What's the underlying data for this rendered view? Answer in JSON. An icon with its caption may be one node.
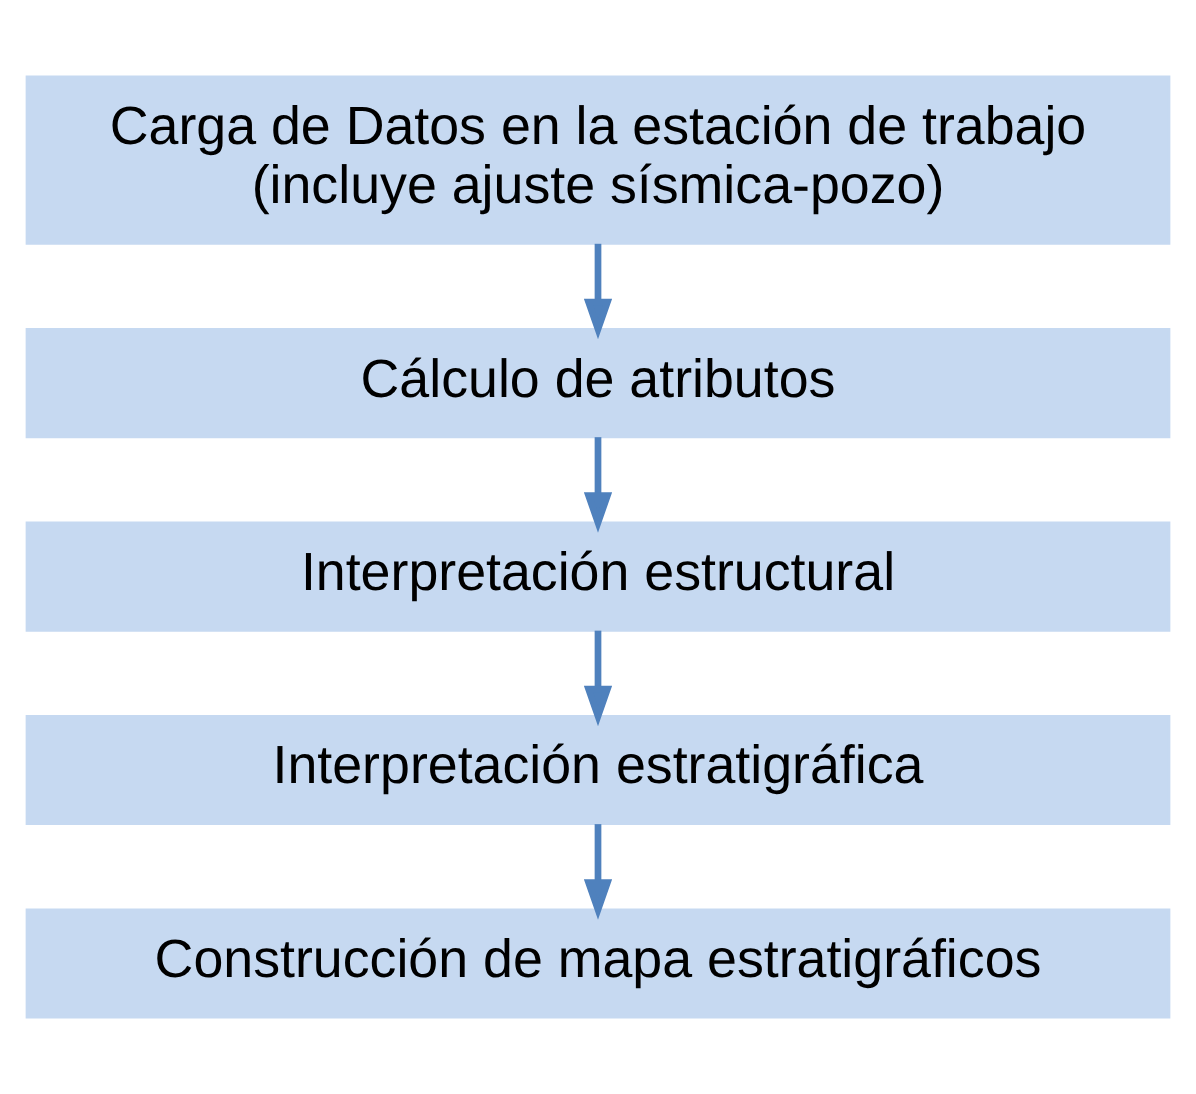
{
  "diagram": {
    "nodes": [
      {
        "text": [
          "Carga de Datos en la estación de trabajo (incluye ajuste sísmica-pozo)"
        ]
      },
      {
        "text": [
          "Cálculo de atributos"
        ]
      },
      {
        "text": [
          "Interpretación estructural"
        ]
      },
      {
        "text": [
          "Interpretación estratigráfica"
        ]
      },
      {
        "text": [
          "Construcción de mapa estratigráficos"
        ]
      }
    ],
    "edges": [
      {
        "from": 0,
        "to": 1,
        "arrow": "to"
      },
      {
        "from": 1,
        "to": 2,
        "arrow": "to"
      },
      {
        "from": 2,
        "to": 3,
        "arrow": "to"
      },
      {
        "from": 3,
        "to": 4,
        "arrow": "to"
      }
    ]
  }
}
